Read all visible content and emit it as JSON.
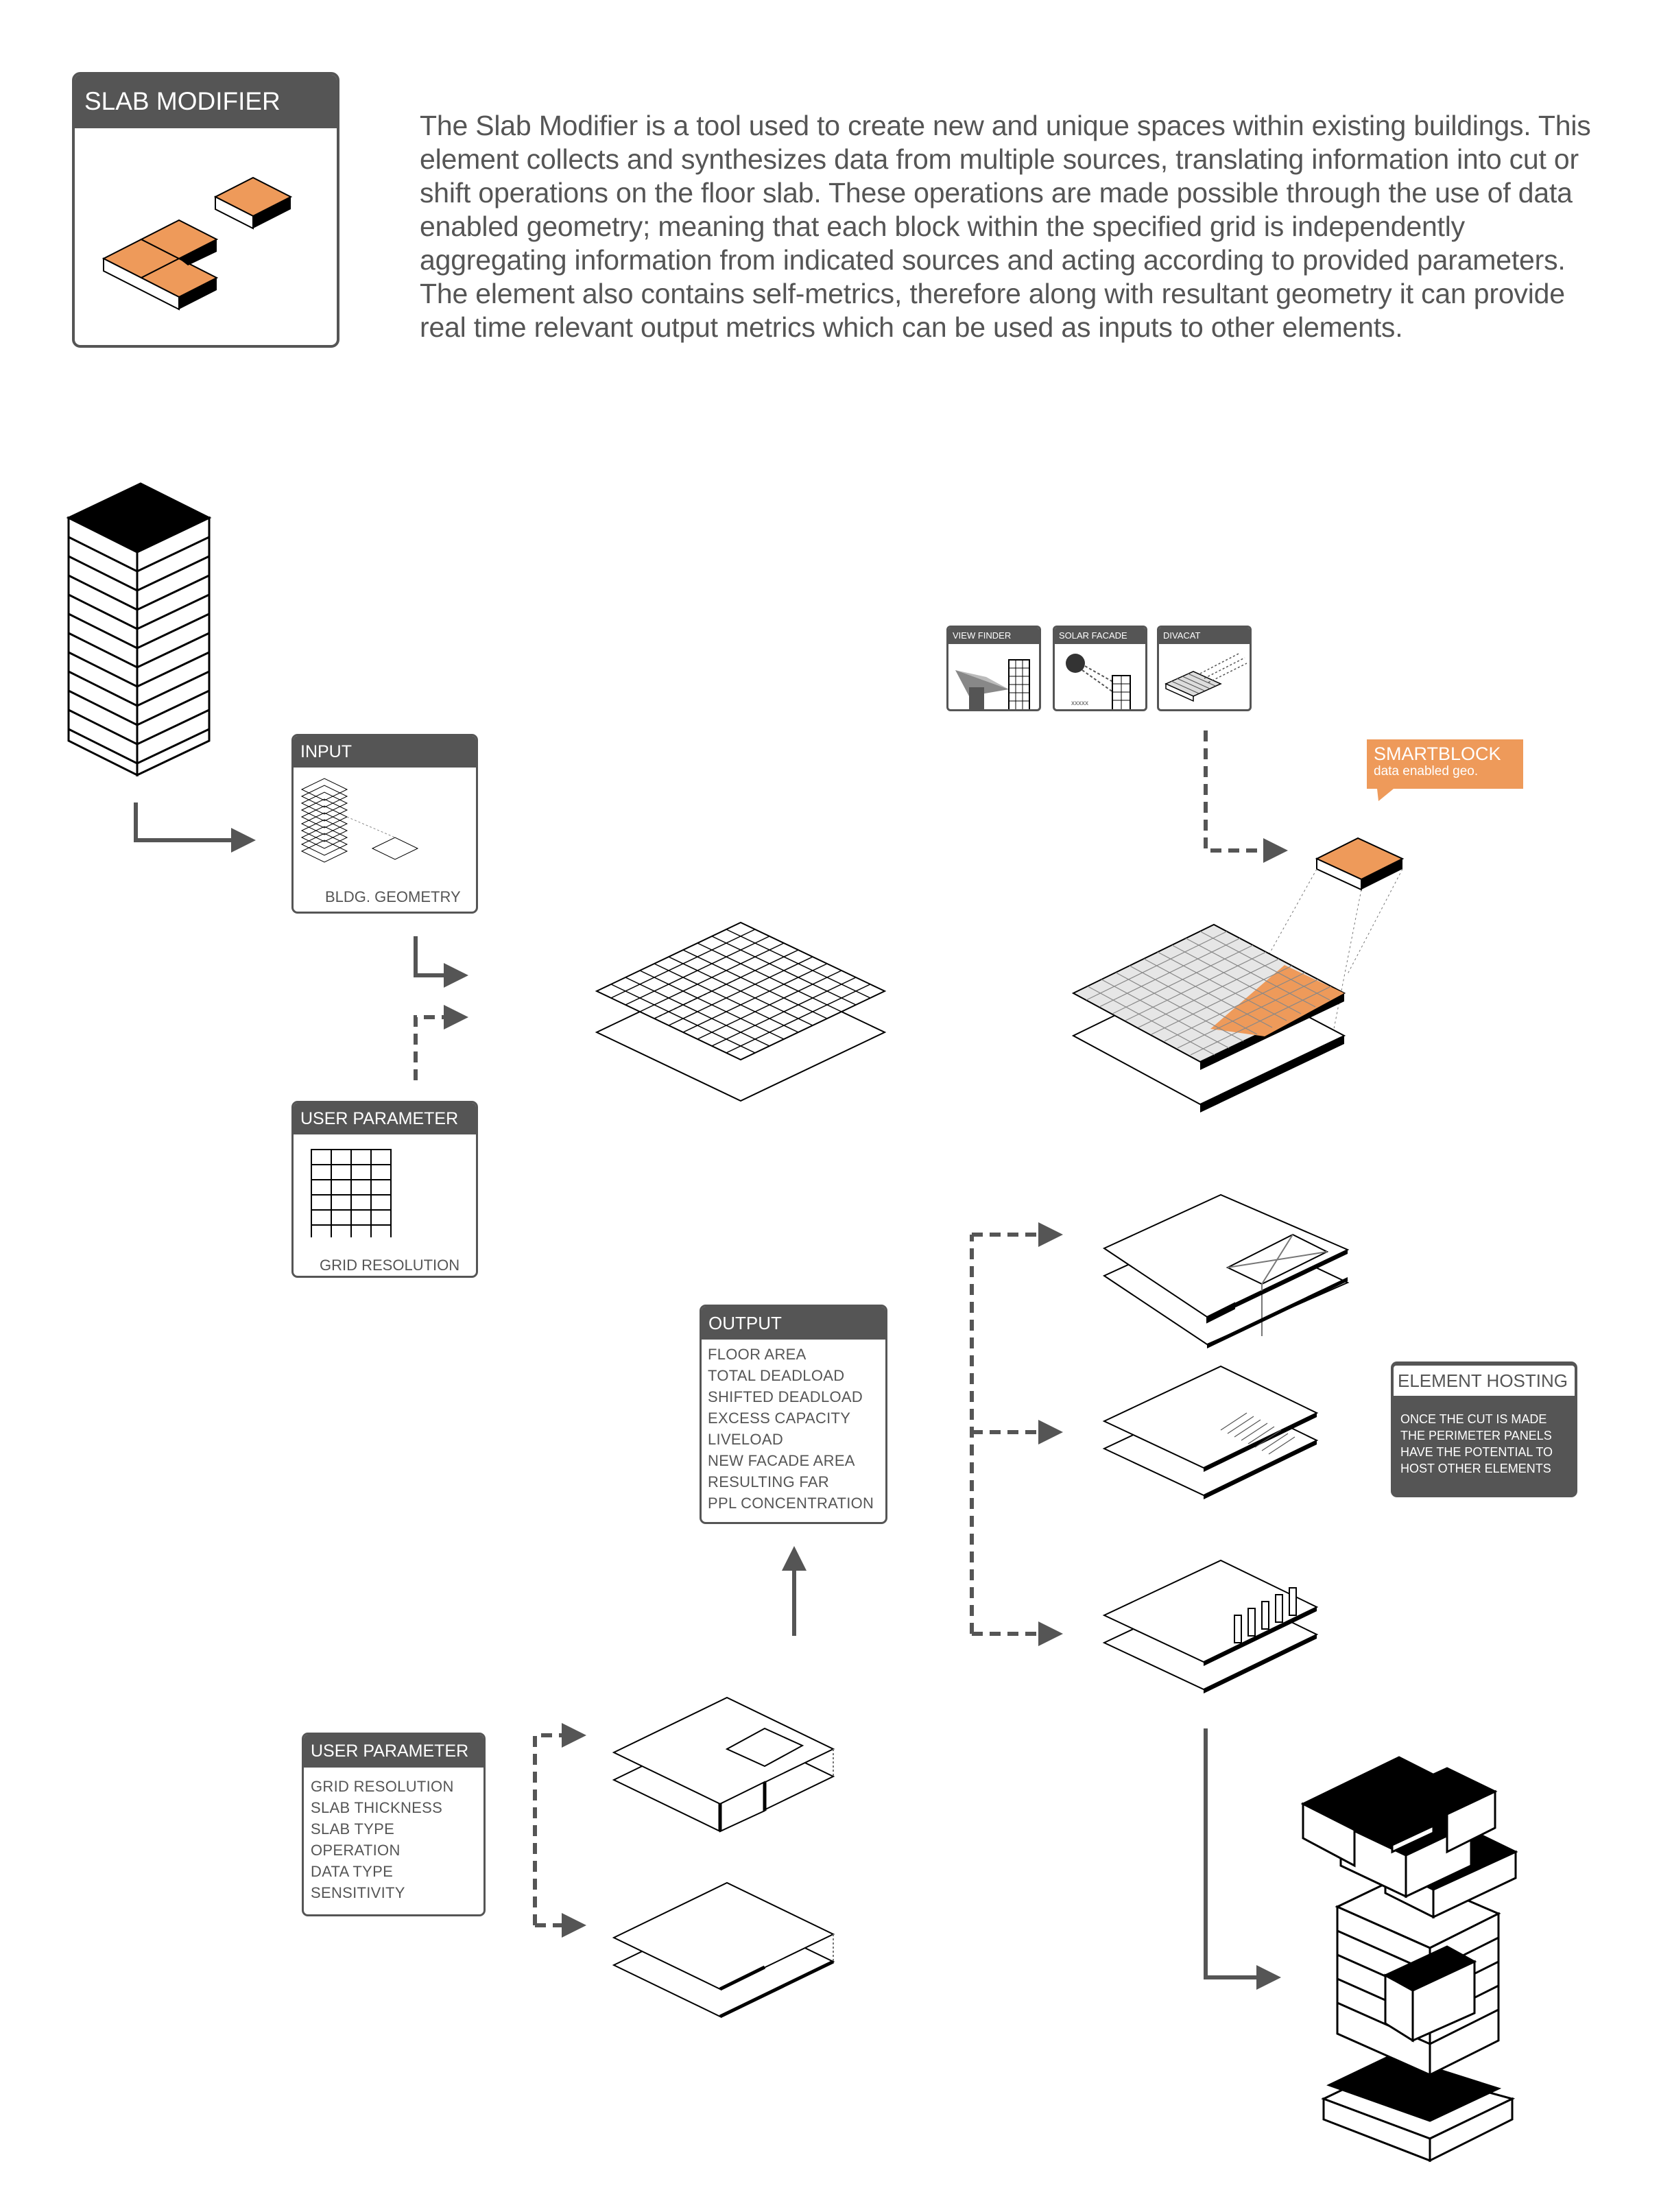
{
  "slab_modifier": {
    "title": "SLAB MODIFIER"
  },
  "intro": "The Slab Modifier is a tool used to create new and unique spaces within existing buildings. This element collects and synthesizes data from multiple sources, translating information into cut or shift operations on the floor slab. These operations are made possible through the use of data enabled geometry; meaning that each block within the specified grid is independently aggregating information from indicated sources and acting according to provided parameters. The element also contains self-metrics, therefore along with resultant geometry it can provide real time relevant output metrics which can be used as inputs to other elements.",
  "input_card": {
    "title": "INPUT",
    "caption": "BLDG. GEOMETRY"
  },
  "user_param_grid": {
    "title": "USER PARAMETER",
    "caption": "GRID RESOLUTION"
  },
  "sources": [
    {
      "label": "VIEW FINDER",
      "icon": "view-finder-icon"
    },
    {
      "label": "SOLAR FACADE",
      "icon": "solar-facade-icon",
      "note": "xxxxx"
    },
    {
      "label": "DIVACAT",
      "icon": "divacat-icon"
    }
  ],
  "smartblock": {
    "title": "SMARTBLOCK",
    "subtitle": "data enabled geo."
  },
  "output": {
    "title": "OUTPUT",
    "items": [
      "FLOOR AREA",
      "TOTAL DEADLOAD",
      "SHIFTED DEADLOAD",
      "EXCESS CAPACITY",
      "LIVELOAD",
      "NEW FACADE AREA",
      "RESULTING FAR",
      "PPL CONCENTRATION"
    ]
  },
  "element_hosting": {
    "title": "ELEMENT HOSTING",
    "body": [
      "ONCE THE CUT IS MADE",
      "THE PERIMETER PANELS",
      "HAVE THE POTENTIAL TO",
      "HOST OTHER ELEMENTS"
    ]
  },
  "user_param_list": {
    "title": "USER PARAMETER",
    "items": [
      "GRID RESOLUTION",
      "SLAB THICKNESS",
      "SLAB TYPE",
      "OPERATION",
      "DATA TYPE",
      "SENSITIVITY"
    ]
  },
  "colors": {
    "accent": "#ee9a5a",
    "dark": "#555555",
    "black": "#000000",
    "grid_fill": "#e6e6e6"
  }
}
